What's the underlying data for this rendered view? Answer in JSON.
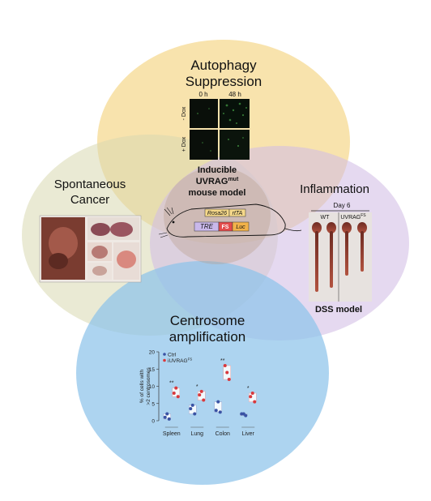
{
  "colors": {
    "autophagy": "#f3d27a",
    "spontaneous": "#d8d9b0",
    "inflammation": "#d2bde6",
    "centrosome": "#8ec3ea",
    "center": "#b79a86",
    "ctrl": "#3a53a4",
    "iuvrag": "#d8393d",
    "tre_box": "#c9b8ea",
    "fs_box": "#e34b4b",
    "luc_box": "#f2b24a",
    "rosa_box": "#f5d88a"
  },
  "autophagy": {
    "title_line1": "Autophagy",
    "title_line2": "Suppression",
    "col_0": "0 h",
    "col_1": "48 h",
    "row_minus": "- Dox",
    "row_plus": "+ Dox"
  },
  "spontaneous": {
    "title_line1": "Spontaneous",
    "title_line2": "Cancer"
  },
  "inflammation": {
    "title": "Inflammation",
    "day": "Day 6",
    "wt": "WT",
    "uvrag": "UVRAG",
    "uvrag_sup": "FS",
    "model": "DSS model"
  },
  "center": {
    "line1": "Inducible",
    "line2": "UVRAG",
    "line2_sup": "mut",
    "line3": "mouse model",
    "rosa": "Rosa26",
    "rtta": "rtTA",
    "tre": "TRE",
    "fs": "FS",
    "luc": "Luc"
  },
  "centrosome": {
    "title_line1": "Centrosome",
    "title_line2": "amplification"
  },
  "chart_data": {
    "type": "scatter",
    "ylabel_line1": "% of cells with",
    "ylabel_line2": ">2 centrosomes",
    "ylim": [
      0,
      20
    ],
    "yticks": [
      "0",
      "5",
      "10",
      "15",
      "20"
    ],
    "categories": [
      "Spleen",
      "Lung",
      "Colon",
      "Liver"
    ],
    "legend_ctrl": "Ctrl",
    "legend_iuvrag": "iUVRAG",
    "legend_iuvrag_sup": "FS",
    "significance": [
      "**",
      "*",
      "**",
      "*"
    ],
    "series": [
      {
        "name": "Ctrl",
        "values": [
          [
            1.0,
            0.5,
            2.0
          ],
          [
            3.5,
            2.0,
            4.5
          ],
          [
            3.0,
            2.5,
            5.5
          ],
          [
            2.0,
            1.5,
            2.0
          ]
        ]
      },
      {
        "name": "iUVRAG FS",
        "values": [
          [
            8.0,
            7.0,
            9.5
          ],
          [
            7.5,
            6.0,
            8.5
          ],
          [
            16.0,
            12.0,
            14.0
          ],
          [
            7.0,
            5.5,
            8.0
          ]
        ]
      }
    ]
  }
}
